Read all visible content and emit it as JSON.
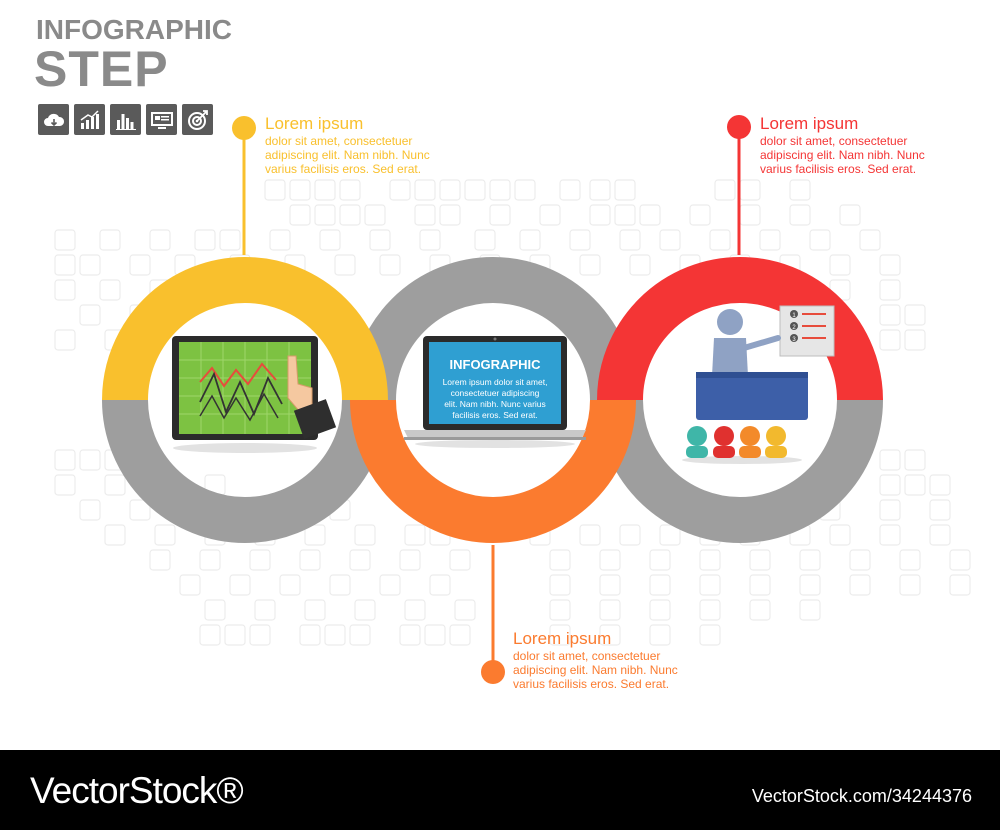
{
  "header": {
    "title_line1": "INFOGRAPHIC",
    "title_line2": "STEP"
  },
  "header_icons": [
    "cloud-icon",
    "growth-chart-icon",
    "bar-chart-icon",
    "monitor-icon",
    "target-icon"
  ],
  "steps": [
    {
      "title": "Lorem ipsum",
      "body": [
        "dolor sit amet, consectetuer",
        "adipiscing elit. Nam nibh. Nunc",
        "varius facilisis eros. Sed erat."
      ],
      "color": "#f9c02d"
    },
    {
      "title": "Lorem ipsum",
      "body": [
        "dolor sit amet, consectetuer",
        "adipiscing elit. Nam nibh. Nunc",
        "varius facilisis eros. Sed erat."
      ],
      "color": "#fb7b2f"
    },
    {
      "title": "Lorem ipsum",
      "body": [
        "dolor sit amet, consectetuer",
        "adipiscing elit. Nam nibh. Nunc",
        "varius facilisis eros. Sed erat."
      ],
      "color": "#f43535"
    }
  ],
  "laptop_screen": {
    "title": "INFOGRAPHIC",
    "body": [
      "Lorem ipsum dolor sit amet,",
      "consectetuer adipiscing",
      "elit. Nam nibh. Nunc varius",
      "facilisis eros. Sed erat."
    ]
  },
  "checklist_numbers": [
    "1",
    "2",
    "3"
  ],
  "colors": {
    "gray_ring": "#9e9e9e",
    "title_gray": "#8a8a8a",
    "laptop_screen": "#2f9fd2",
    "tablet_screen": "#7dc242"
  },
  "watermark": {
    "brand": "VectorStock®",
    "id": "VectorStock.com/34244376"
  }
}
